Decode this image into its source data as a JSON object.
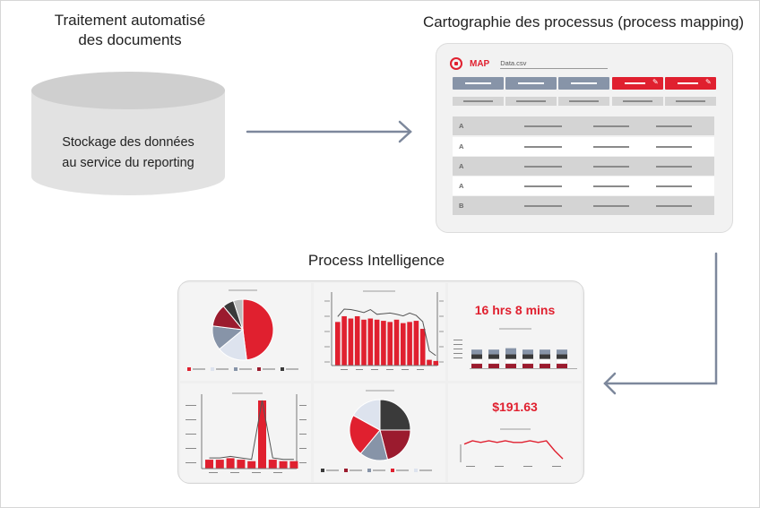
{
  "titles": {
    "left_line1": "Traitement automatisé",
    "left_line2": "des documents",
    "right": "Cartographie des processus (process mapping)",
    "bottom": "Process Intelligence"
  },
  "storage": {
    "line1": "Stockage des données",
    "line2": "au service du reporting"
  },
  "map": {
    "label": "MAP",
    "file": "Data.csv",
    "row_labels": [
      "A",
      "A",
      "A",
      "A",
      "B"
    ]
  },
  "dashboard": {
    "kpi_time": "16 hrs 8 mins",
    "kpi_money": "$191.63"
  },
  "colors": {
    "accent_red": "#e0202f",
    "slate": "#8794a8",
    "dark_red": "#9b1b2e",
    "charcoal": "#3a3a3a",
    "arrow": "#7d889c"
  },
  "chart_data": [
    {
      "type": "pie",
      "title": "",
      "slices": [
        48,
        16,
        13,
        12,
        6,
        5
      ]
    },
    {
      "type": "bar",
      "title": "",
      "values": [
        38,
        43,
        41,
        43,
        40,
        41,
        40,
        39,
        38,
        40,
        37,
        38,
        39,
        32,
        5,
        4
      ]
    },
    {
      "type": "bar",
      "title": "",
      "stacked": true,
      "values": [
        [
          1,
          1,
          1,
          1
        ],
        [
          1,
          1,
          1,
          1
        ],
        [
          1,
          1,
          1,
          1.3
        ],
        [
          1,
          1,
          1,
          1
        ],
        [
          1,
          1,
          1,
          1
        ],
        [
          1,
          1,
          1,
          1
        ]
      ]
    },
    {
      "type": "bar",
      "title": "",
      "values": [
        6,
        6,
        7,
        6,
        5,
        46,
        6,
        5,
        5
      ]
    },
    {
      "type": "pie",
      "title": "",
      "slices": [
        25,
        21,
        15,
        22,
        17
      ]
    },
    {
      "type": "line",
      "title": "",
      "values": [
        10,
        12,
        11,
        12,
        11,
        12,
        11,
        11,
        12,
        11,
        12,
        6,
        1
      ]
    }
  ]
}
